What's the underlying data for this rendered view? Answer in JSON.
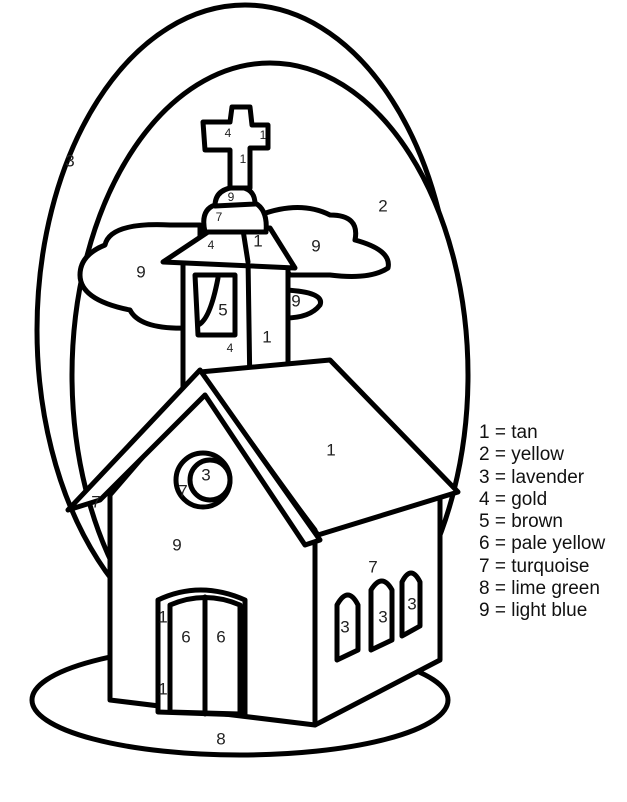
{
  "legend": [
    {
      "number": "1",
      "color_name": "tan",
      "text": "1 = tan"
    },
    {
      "number": "2",
      "color_name": "yellow",
      "text": "2 = yellow"
    },
    {
      "number": "3",
      "color_name": "lavender",
      "text": "3 = lavender"
    },
    {
      "number": "4",
      "color_name": "gold",
      "text": "4 = gold"
    },
    {
      "number": "5",
      "color_name": "brown",
      "text": "5 = brown"
    },
    {
      "number": "6",
      "color_name": "pale yellow",
      "text": "6 = pale yellow"
    },
    {
      "number": "7",
      "color_name": "turquoise",
      "text": "7 = turquoise"
    },
    {
      "number": "8",
      "color_name": "lime green",
      "text": "8 = lime green"
    },
    {
      "number": "9",
      "color_name": "light blue",
      "text": "9 = light blue"
    }
  ],
  "regions": {
    "outer_ring": "3",
    "inner_oval": "2",
    "cross_front": "4",
    "cross_arm_side": "1",
    "cross_stem_side": "1",
    "dome_top": "9",
    "dome_band": "7",
    "tower_roof_front": "4",
    "tower_roof_side": "1",
    "cloud_right": "9",
    "cloud_left": "9",
    "cloud_small": "9",
    "tower_window": "5",
    "tower_side": "1",
    "tower_front": "4",
    "main_roof": "1",
    "clock": "3",
    "clock_rim": "7",
    "gable_edge": "7",
    "facade": "9",
    "side_wall": "7",
    "side_window_1": "3",
    "side_window_2": "3",
    "side_window_3": "3",
    "door_frame_top": "1",
    "door_left": "6",
    "door_right": "6",
    "door_frame_bottom": "1",
    "ground": "8"
  }
}
